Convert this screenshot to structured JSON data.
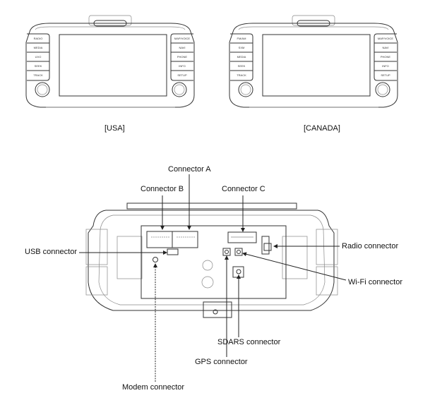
{
  "variants": [
    {
      "label": "[USA]",
      "left_buttons": [
        "RADIO",
        "MEDIA",
        "UVO",
        "SEEK",
        "TRACK"
      ],
      "right_buttons": [
        "MAP/VOICE",
        "NAVI",
        "PHONE",
        "INFO",
        "SETUP"
      ]
    },
    {
      "label": "[CANADA]",
      "left_buttons": [
        "FM/AM",
        "SXM",
        "MEDIA",
        "SEEK",
        "TRACK"
      ],
      "right_buttons": [
        "MAP/VOICE",
        "NAVI",
        "PHONE",
        "INFO",
        "SETUP"
      ]
    }
  ],
  "connectors": {
    "a": "Connector A",
    "b": "Connector B",
    "c": "Connector C",
    "usb": "USB connector",
    "radio": "Radio connector",
    "wifi": "Wi-Fi  connector",
    "sdars": "SDARS connector",
    "gps": "GPS connector",
    "modem": "Modem connector"
  }
}
